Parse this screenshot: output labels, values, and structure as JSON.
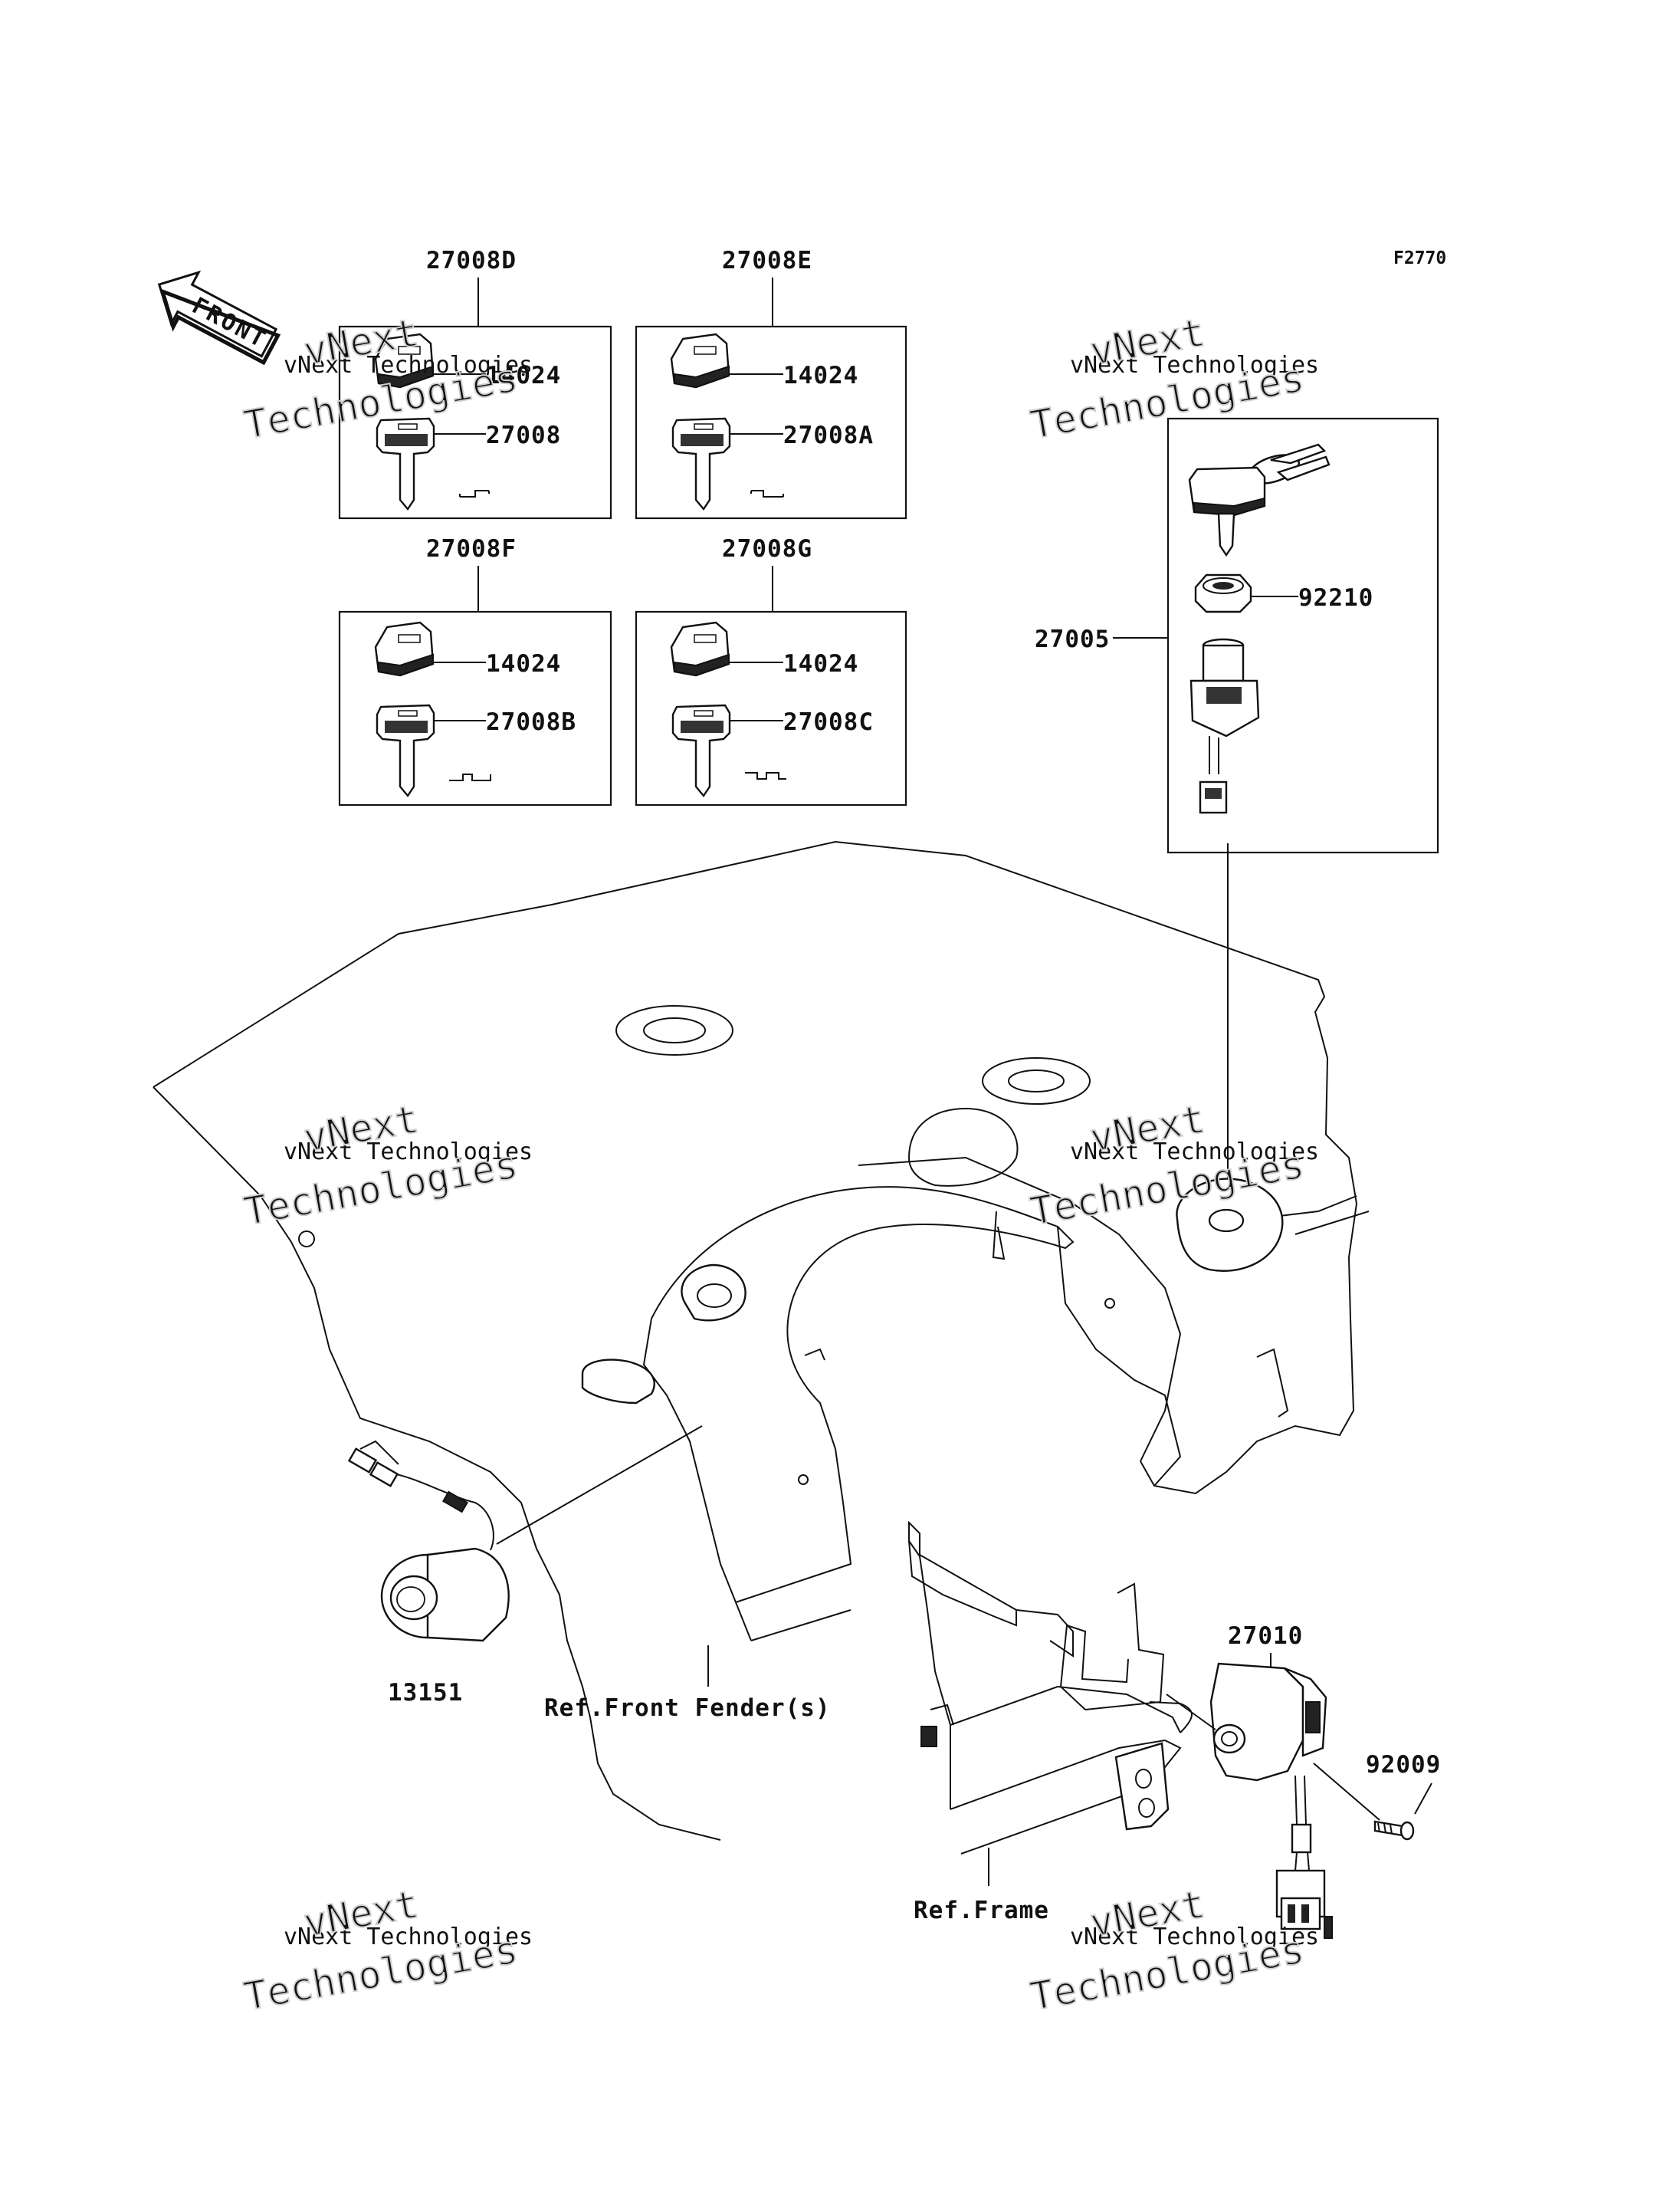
{
  "figure_code": "F2770",
  "front_arrow_label": "FRONT",
  "watermark": {
    "line1": "vNext Technologies",
    "line2": "vNext",
    "line3": "Technologies"
  },
  "key_sets": [
    {
      "set": "27008D",
      "cap": "14024",
      "key": "27008"
    },
    {
      "set": "27008E",
      "cap": "14024",
      "key": "27008A"
    },
    {
      "set": "27008F",
      "cap": "14024",
      "key": "27008B"
    },
    {
      "set": "27008G",
      "cap": "14024",
      "key": "27008C"
    }
  ],
  "ignition_assembly": {
    "assembly": "27005",
    "nut": "92210"
  },
  "parts": {
    "p13151": "13151",
    "p27010": "27010",
    "p92009": "92009"
  },
  "refs": {
    "front_fender": "Ref.Front Fender(s)",
    "frame": "Ref.Frame"
  }
}
